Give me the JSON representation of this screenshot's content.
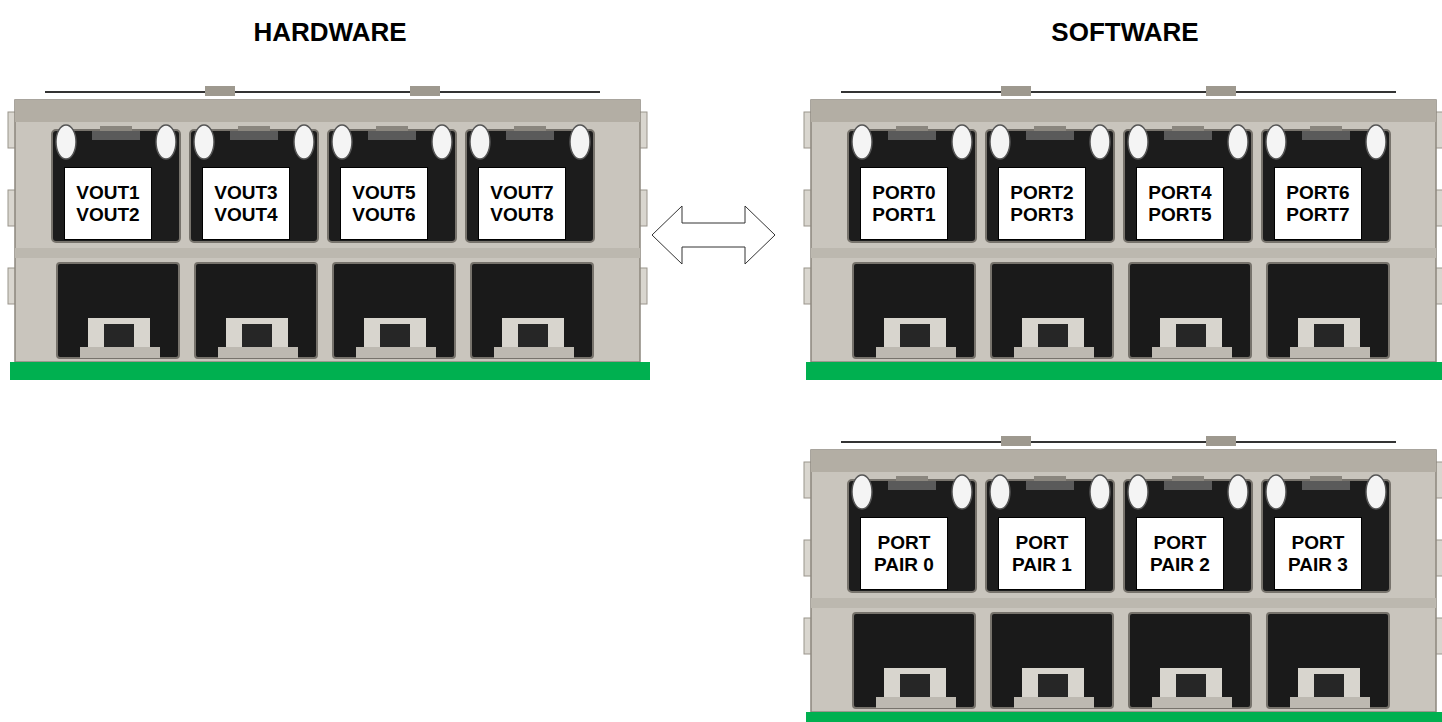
{
  "diagram": {
    "nodes": [
      {
        "text": [
          "VOUT1 VOUT2"
        ]
      },
      {
        "text": [
          "VOUT3 VOUT4"
        ]
      },
      {
        "text": [
          "VOUT5 VOUT6"
        ]
      },
      {
        "text": [
          "VOUT7 VOUT8"
        ]
      },
      {
        "text": [
          "PORT0 PORT1"
        ]
      },
      {
        "text": [
          "PORT2 PORT3"
        ]
      },
      {
        "text": [
          "PORT4 PORT5"
        ]
      },
      {
        "text": [
          "PORT6 PORT7"
        ]
      },
      {
        "text": [
          "PORT PAIR 0"
        ]
      },
      {
        "text": [
          "PORT PAIR 1"
        ]
      },
      {
        "text": [
          "PORT PAIR 2"
        ]
      },
      {
        "text": [
          "PORT PAIR 3"
        ]
      }
    ],
    "labels": [
      "HARDWARE",
      "SOFTWARE"
    ]
  }
}
